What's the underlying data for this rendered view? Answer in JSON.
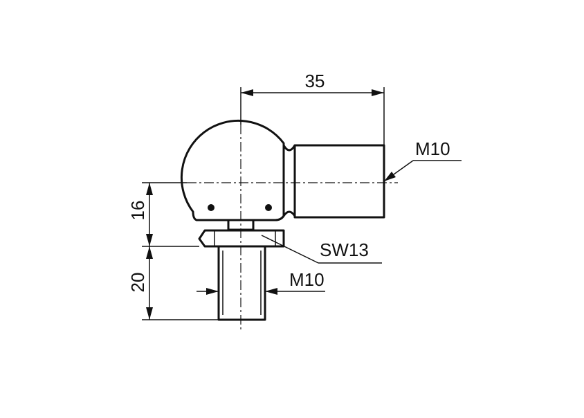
{
  "dimensions": {
    "width_35": "35",
    "height_16": "16",
    "height_20": "20"
  },
  "callouts": {
    "thread_side": "M10",
    "wrench_size": "SW13",
    "thread_bottom": "M10"
  }
}
